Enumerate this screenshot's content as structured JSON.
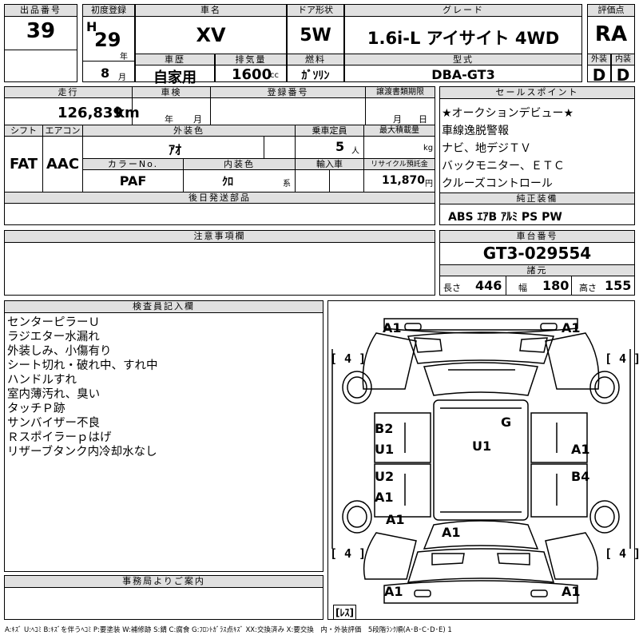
{
  "header": {
    "lot_label": "出品番号",
    "lot_no": "39",
    "reg_label": "初度登録",
    "reg_era": "H",
    "reg_year": "29",
    "reg_year_unit": "年",
    "reg_month": "8",
    "reg_month_unit": "月",
    "name_label": "車名",
    "name": "XV",
    "door_label": "ドア形状",
    "door": "5W",
    "grade_label": "グレード",
    "grade": "1.6i-L アイサイト 4WD",
    "score_label": "評価点",
    "score": "RA",
    "history_label": "車歴",
    "history": "自家用",
    "cc_label": "排気量",
    "cc": "1600",
    "cc_unit": "cc",
    "fuel_label": "燃料",
    "fuel": "ｶﾞｿﾘﾝ",
    "model_label": "型式",
    "model": "DBA-GT3",
    "ext_label": "外装",
    "ext": "D",
    "int_label": "内装",
    "int": "D"
  },
  "row2": {
    "mileage_label": "走行",
    "mileage": "126,839",
    "mileage_unit": "km",
    "inspect_label": "車検",
    "inspect_year_unit": "年",
    "inspect_month_unit": "月",
    "plate_label": "登録番号",
    "doc_label": "譲渡書類期限",
    "doc_month_unit": "月",
    "doc_day_unit": "日",
    "shift_label": "シフト",
    "shift": "FAT",
    "ac_label": "エアコン",
    "ac": "AAC",
    "color_label": "外装色",
    "color": "ｱｵ",
    "seats_label": "乗車定員",
    "seats": "5",
    "seats_unit": "人",
    "load_label": "最大積載量",
    "load_unit": "kg",
    "colorno_label": "カラーNo.",
    "colorno": "PAF",
    "intcolor_label": "内装色",
    "intcolor": "ｸﾛ",
    "intcolor_unit": "系",
    "import_label": "輸入車",
    "recycle_label": "リサイクル預託金",
    "recycle": "11,870",
    "recycle_unit": "円",
    "later_label": "後日発送部品"
  },
  "sales": {
    "label": "セールスポイント",
    "items": [
      "★オークションデビュー★",
      "車線逸脱警報",
      "ナビ、地デジＴＶ",
      "バックモニター、ＥＴＣ",
      "クルーズコントロール"
    ],
    "std_label": "純正装備",
    "std": "ABS ｴｱB ｱﾙﾐ PS PW"
  },
  "notes": {
    "label": "注意事項欄"
  },
  "chassis": {
    "label": "車台番号",
    "value": "GT3-029554",
    "dims_label": "諸元",
    "len_label": "長さ",
    "len": "446",
    "wid_label": "幅",
    "wid": "180",
    "hgt_label": "高さ",
    "hgt": "155"
  },
  "inspector": {
    "label": "検査員記入欄",
    "lines": [
      "センターピラーＵ",
      "ラジエター水漏れ",
      "外装しみ、小傷有り",
      "シート切れ・破れ中、すれ中",
      "ハンドルすれ",
      "室内薄汚れ、臭い",
      "タッチＰ跡",
      "サンバイザー不良",
      "Ｒスポイラーｐはげ",
      "リザーブタンク内冷却水なし"
    ]
  },
  "office": {
    "label": "事務局よりご案内"
  },
  "diagram": {
    "marks": {
      "fl_bumper": "A1",
      "fr_bumper": "A1",
      "tire_fl": "[ 4 ]",
      "tire_fr": "[ 4 ]",
      "l_door_b2": "B2",
      "l_door_u1": "U1",
      "roof_g": "G",
      "roof_u1": "U1",
      "r_door_a1": "A1",
      "l_rdoor_u2": "U2",
      "r_rdoor_b4": "B4",
      "l_rdoor_a1": "A1",
      "l_rear_a1": "A1",
      "hatch_a1": "A1",
      "tire_rl": "[ 4 ]",
      "tire_rr": "[ 4 ]",
      "rl_bumper": "A1",
      "rr_bumper": "A1",
      "spare": "[ﾚｽ]"
    }
  },
  "legend": "A:ｷｽﾞ U:ﾍｺﾐ B:ｷｽﾞを伴うﾍｺﾐ P:要塗装 W:補修跡 S:錆 C:腐食 G:ﾌﾛﾝﾄｶﾞﾗｽ点ｷｽﾞ XX:交換済み X:要交換　内・外装評価　5段階ﾗﾝｸ順(A･B･C･D･E) 1"
}
